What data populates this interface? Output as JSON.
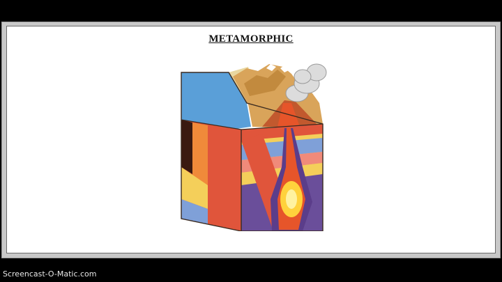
{
  "slide": {
    "title": "METAMORPHIC"
  },
  "diagram": {
    "icon": "volcano-cross-section-illustration",
    "colors": {
      "ocean": "#5a9fd8",
      "mountains": "#d9a45a",
      "lava": "#e6552a",
      "magma_core": "#ffd23c",
      "smoke": "#dcdcdc",
      "crust_red": "#e0553b",
      "layer_yellow": "#f4cf5a",
      "layer_blue": "#7fa0d8",
      "layer_purple": "#6a4e9a"
    }
  },
  "recorder": {
    "watermark": "Screencast-O-Matic.com"
  }
}
